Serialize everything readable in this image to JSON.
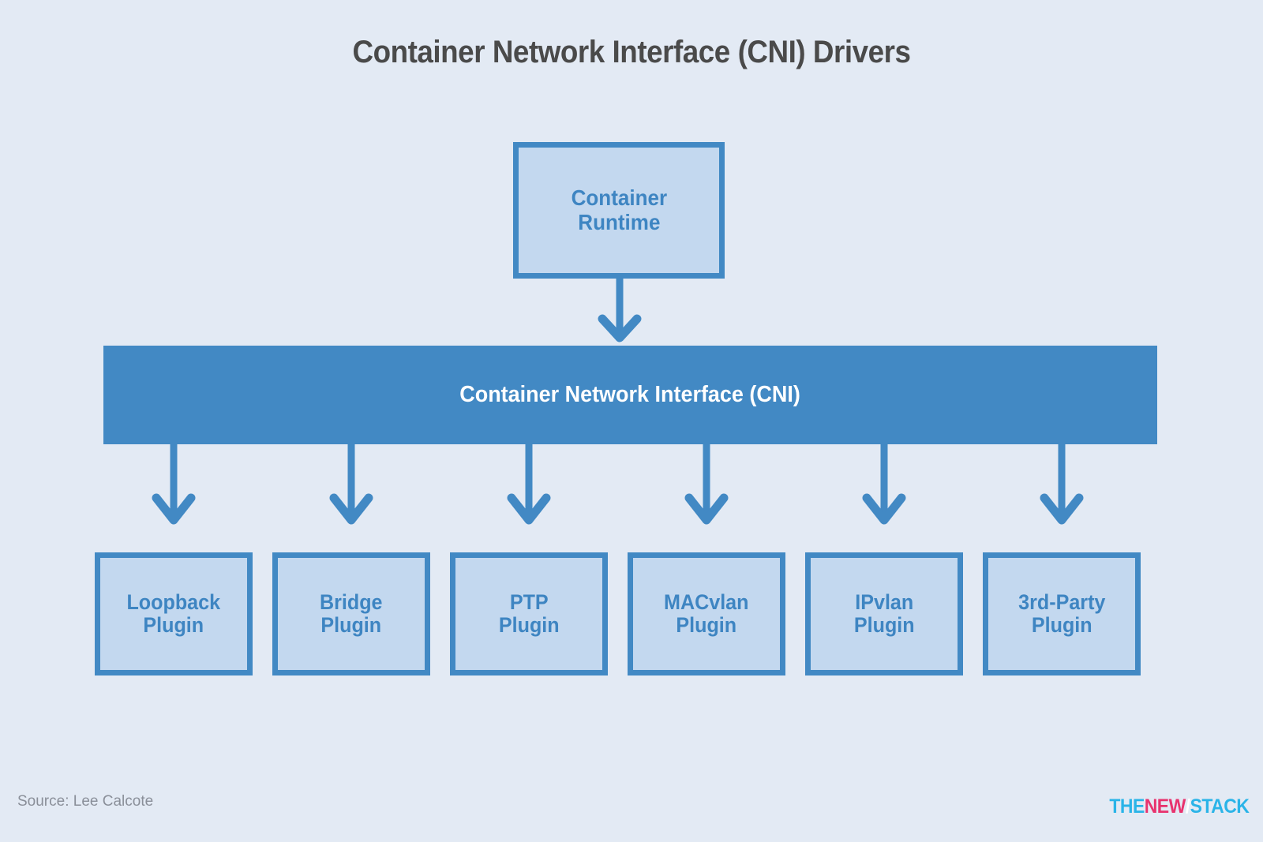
{
  "title": "Container Network Interface (CNI) Drivers",
  "diagram": {
    "runtime": {
      "line1": "Container",
      "line2": "Runtime"
    },
    "bar": {
      "label": "Container Network Interface (CNI)"
    },
    "plugins": [
      {
        "line1": "Loopback",
        "line2": "Plugin"
      },
      {
        "line1": "Bridge",
        "line2": "Plugin"
      },
      {
        "line1": "PTP",
        "line2": "Plugin"
      },
      {
        "line1": "MACvlan",
        "line2": "Plugin"
      },
      {
        "line1": "IPvlan",
        "line2": "Plugin"
      },
      {
        "line1": "3rd-Party",
        "line2": "Plugin"
      }
    ]
  },
  "footer": {
    "source": "Source: Lee Calcote",
    "logo": {
      "the": "THE",
      "new": "NEW",
      "slash": "/",
      "stack": "STACK"
    }
  },
  "colors": {
    "background": "#e3eaf4",
    "accent_blue": "#4289c4",
    "box_fill": "#c3d8ef",
    "box_border": "#4289c4",
    "text_blue": "#3e85c2",
    "title_gray": "#4a4a4a",
    "source_gray": "#8a8f99",
    "logo_cyan": "#2ab4e8",
    "logo_pink": "#e8336e"
  }
}
